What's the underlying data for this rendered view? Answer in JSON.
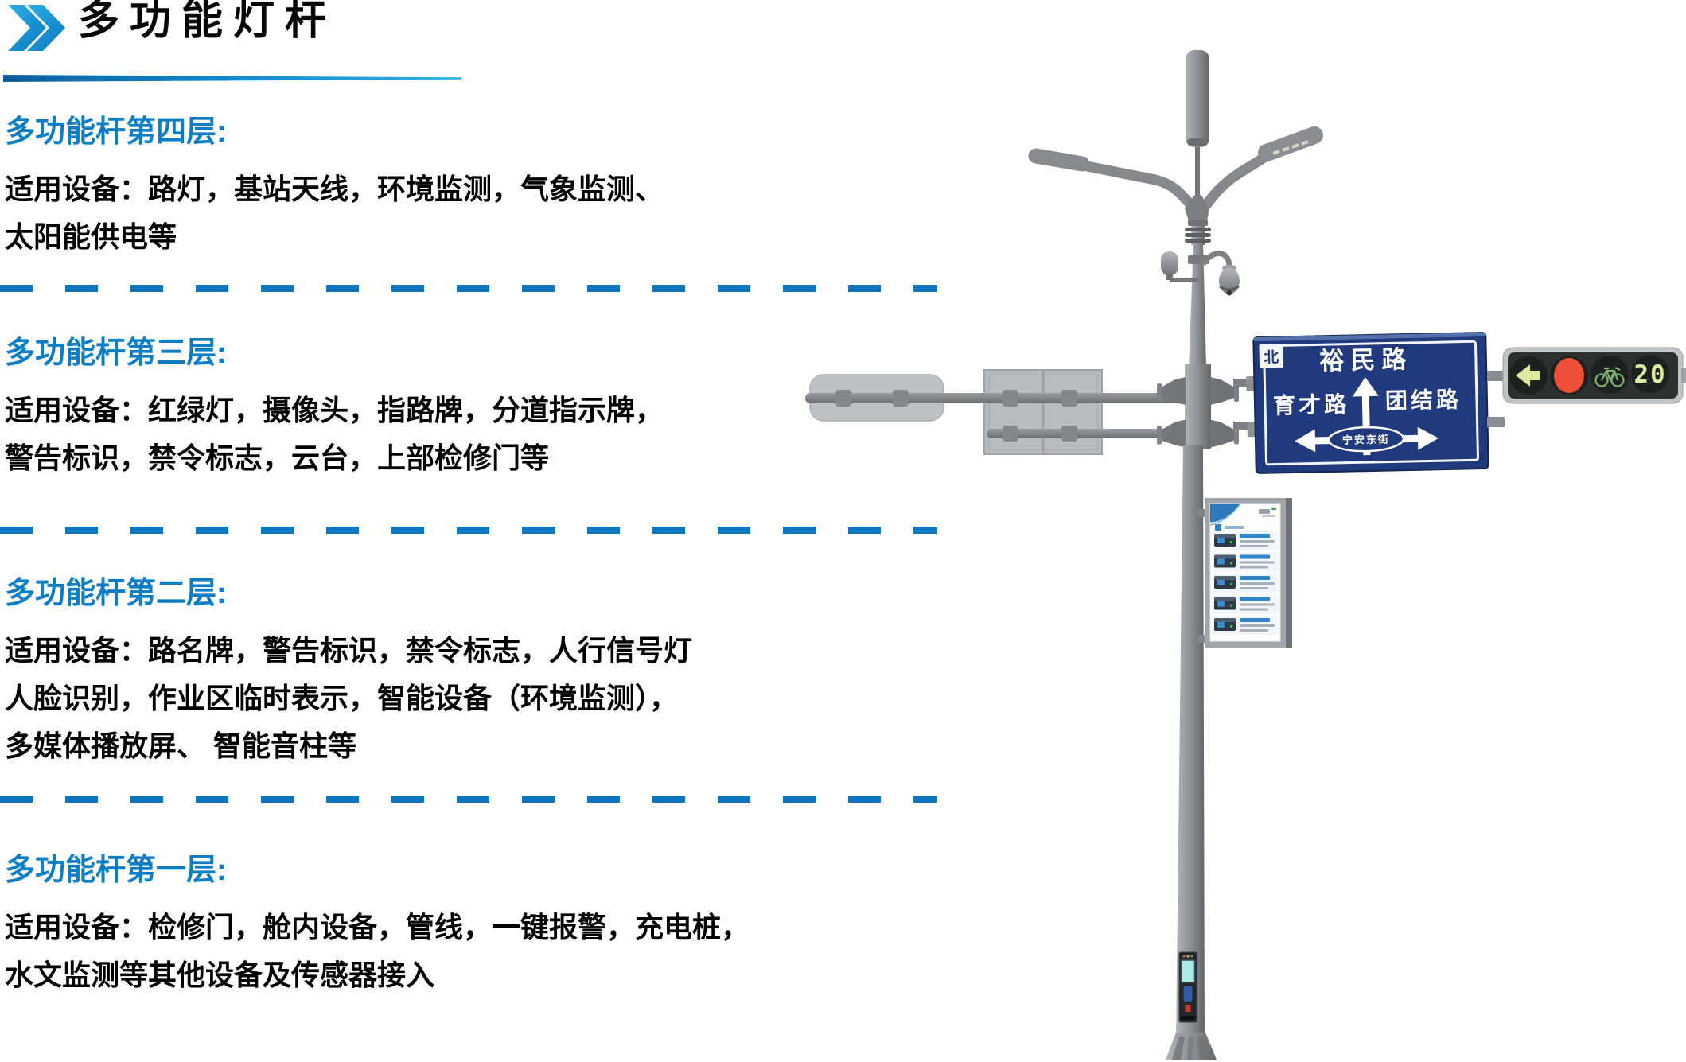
{
  "page": {
    "title": "多功能灯杆"
  },
  "sections": [
    {
      "heading": "多功能杆第四层:",
      "lines": [
        "适用设备：路灯，基站天线，环境监测，气象监测、",
        "太阳能供电等"
      ]
    },
    {
      "heading": "多功能杆第三层:",
      "lines": [
        "适用设备：红绿灯，摄像头，指路牌，分道指示牌，",
        "警告标识，禁令标志，云台，上部检修门等"
      ]
    },
    {
      "heading": "多功能杆第二层:",
      "lines": [
        "适用设备：路名牌，警告标识，禁令标志，人行信号灯",
        "人脸识别，作业区临时表示，智能设备（环境监测），",
        "多媒体播放屏、 智能音柱等"
      ]
    },
    {
      "heading": "多功能杆第一层:",
      "lines": [
        "适用设备：检修门，舱内设备，管线，一键报警，充电桩，",
        "水文监测等其他设备及传感器接入"
      ]
    }
  ],
  "pole": {
    "sign": {
      "direction_badge": "北",
      "top_road": "裕民路",
      "left_road": "育才路",
      "right_road": "团结路",
      "center_street": "宁安东街"
    },
    "signal": {
      "countdown": "20"
    }
  },
  "colors": {
    "accent-blue": "#0d7ec6",
    "dash-blue": "#0d76c0",
    "sign-navy": "#21397d",
    "signal-red": "#ef4f37",
    "signal-green": "#7fb36f",
    "signal-lime": "#dce9a0",
    "poster-blue": "#2f86c8"
  }
}
